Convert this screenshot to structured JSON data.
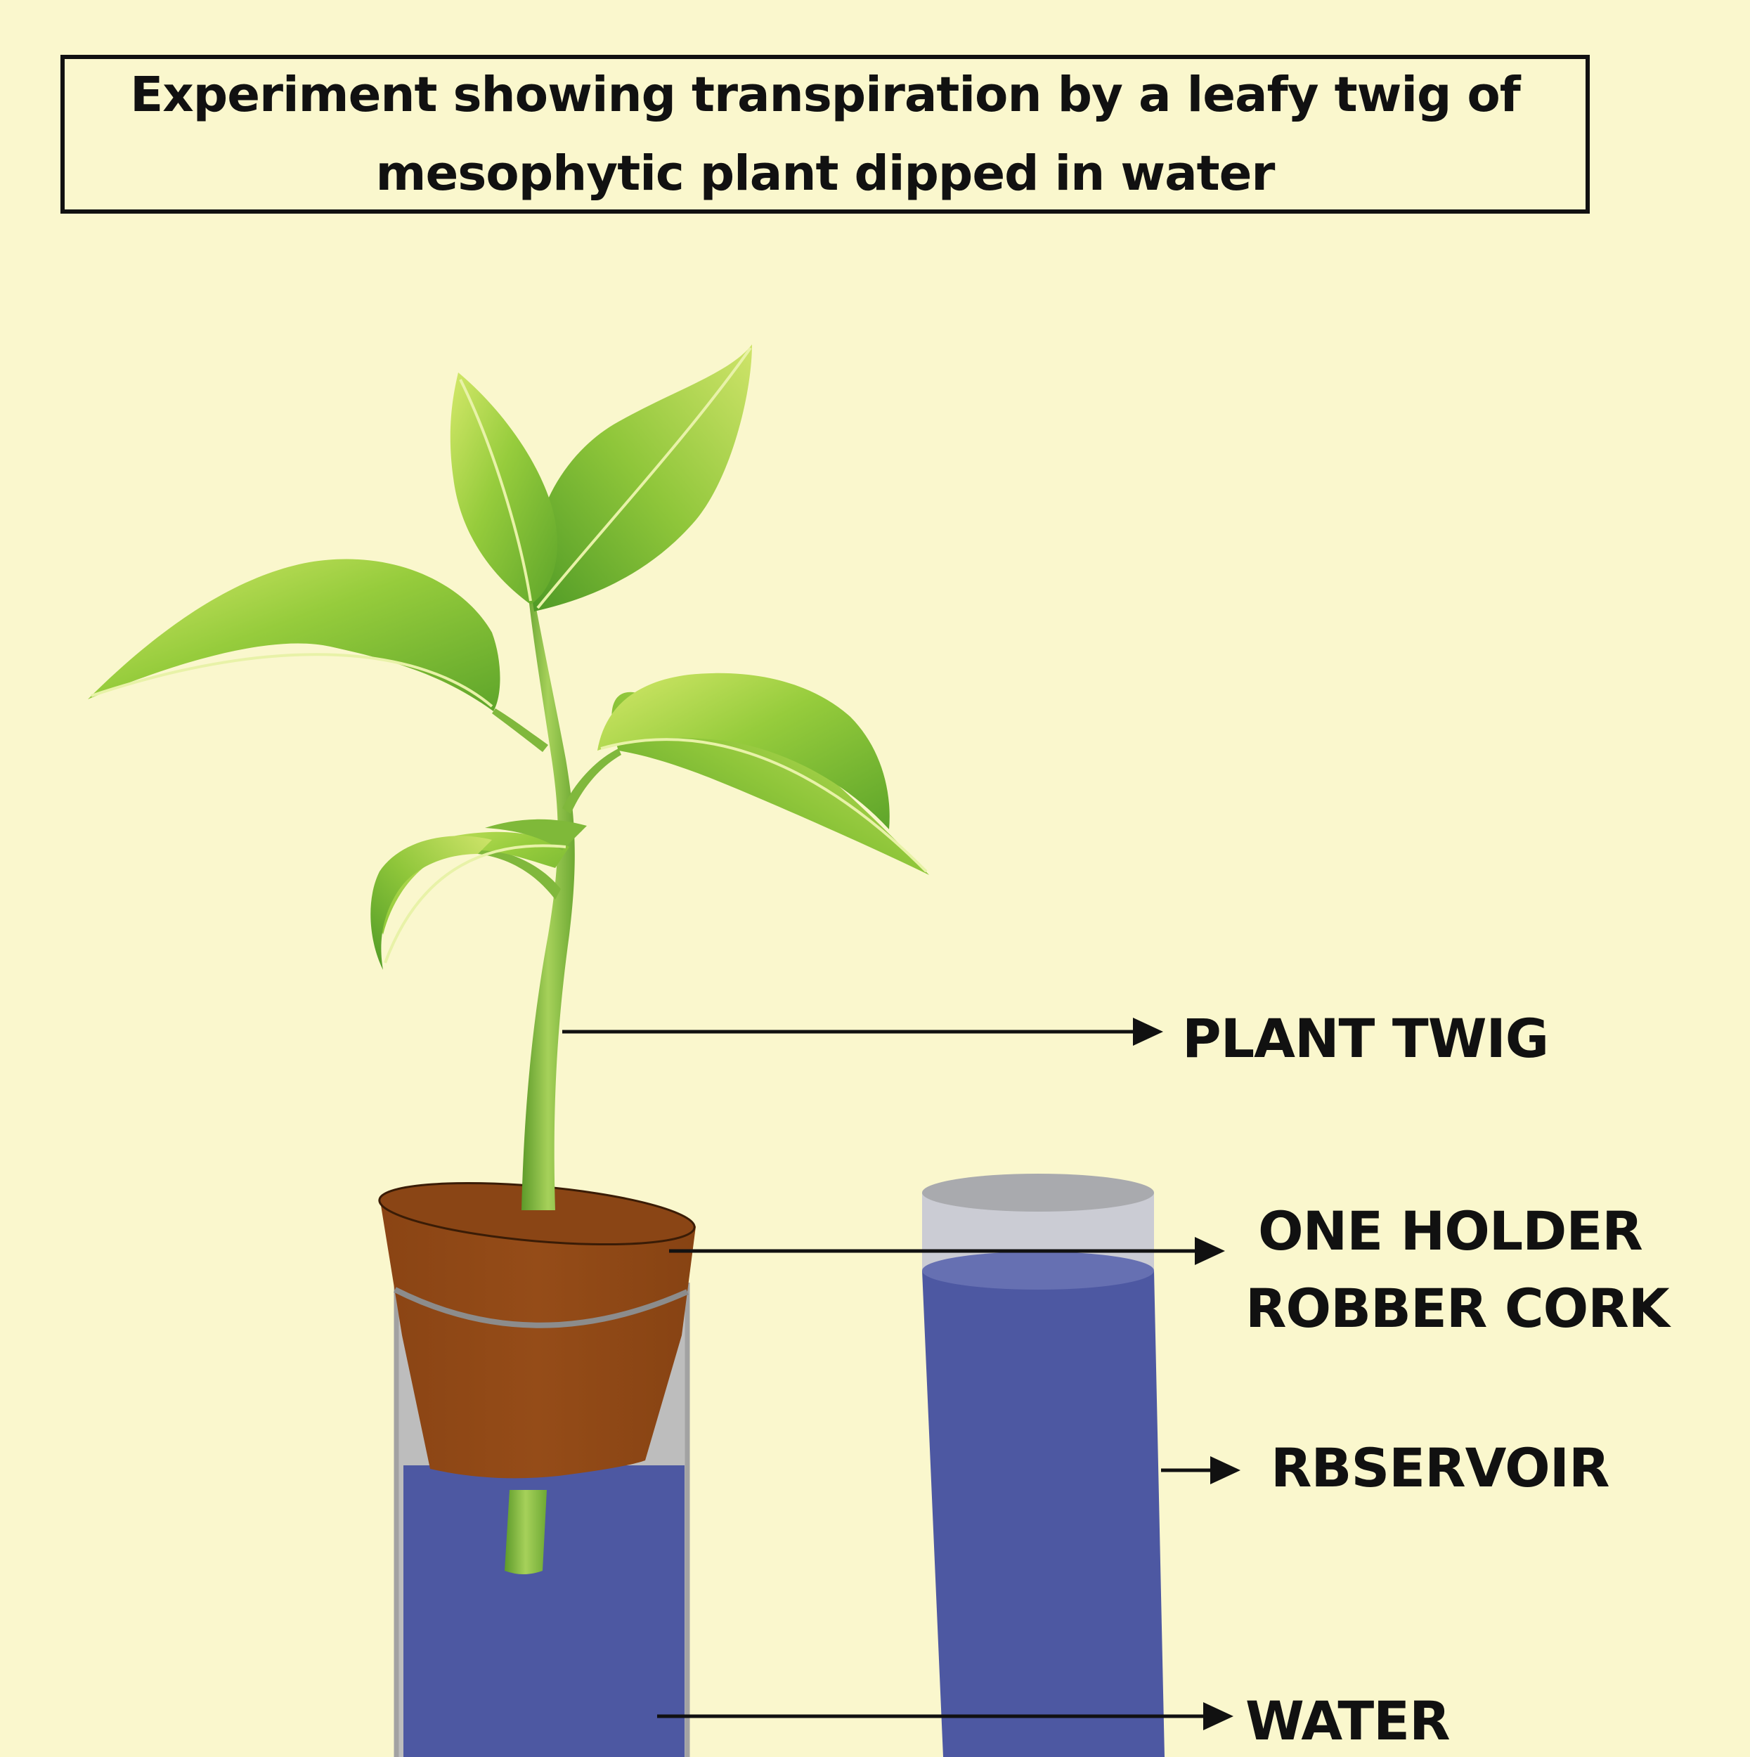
{
  "title": "Experiment showing transpiration by a leafy twig of mesophytic plant dipped in water",
  "labels": {
    "plant_twig": "PLANT TWIG",
    "cork_line1": "ONE HOLDER",
    "cork_line2": "ROBBER CORK",
    "reservoir": "RBSERVOIR",
    "water": "WATER"
  },
  "colors": {
    "background": "#faf7cd",
    "water": "#4d58a2",
    "cork": "#8f4816",
    "glass": "#b9b9b9",
    "leaf": "#8cc63f",
    "stem": "#7fb33a",
    "arrow": "#111111"
  }
}
